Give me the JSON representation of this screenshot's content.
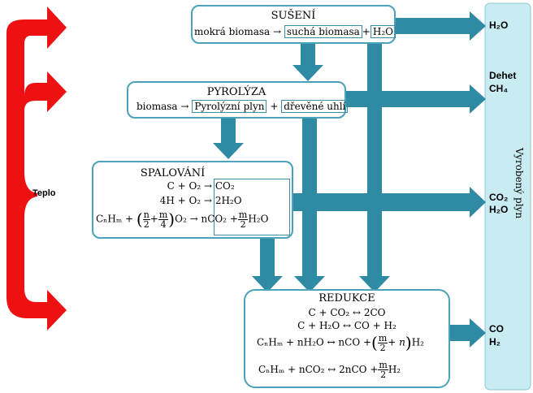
{
  "heat_label": "Teplo",
  "produced_gas_label": "Vyrobený plyn",
  "drying": {
    "title": "SUŠENÍ",
    "input": "mokrá biomasa",
    "arrow": "→",
    "product1": "suchá biomasa",
    "plus": "+",
    "product2": "H₂O"
  },
  "pyrolysis": {
    "title": "PYROLÝZA",
    "input": "biomasa",
    "arrow": "→",
    "product1": "Pyrolýzní plyn",
    "plus": "+",
    "product2": "dřevěné uhlí"
  },
  "combustion": {
    "title": "SPALOVÁNÍ",
    "eq1_left": "C + O₂ →",
    "eq1_right": "CO₂",
    "eq2_left": "4H + O₂ →",
    "eq2_right": "2H₂O",
    "eq3_left_a": "CₙHₘ + ",
    "eq3_n": "n",
    "eq3_two": "2",
    "eq3_plus": "+",
    "eq3_m": "m",
    "eq3_four": "4",
    "eq3_left_b": "O₂ →",
    "eq3_right_a": "nCO₂ +",
    "eq3_right_m": "m",
    "eq3_right_two": "2",
    "eq3_right_b": "H₂O"
  },
  "reduction": {
    "title": "REDUKCE",
    "eq1": "C + CO₂ ↔ 2CO",
    "eq2": "C + H₂O ↔ CO + H₂",
    "eq3_a": "CₙHₘ + nH₂O ↔ nCO +",
    "eq3_m": "m",
    "eq3_two": "2",
    "eq3_plus_n": "+ n",
    "eq3_b": "H₂",
    "eq4_a": "CₙHₘ + nCO₂ ↔ 2nCO +",
    "eq4_m": "m",
    "eq4_two": "2",
    "eq4_b": "H₂"
  },
  "outputs": {
    "o1": "H₂O",
    "o2a": "Dehet",
    "o2b": "CH₄",
    "o3a": "CO₂",
    "o3b": "H₂O",
    "o4a": "CO",
    "o4b": "H₂"
  },
  "colors": {
    "heat": "#ee1111",
    "arrow": "#2f8ba3",
    "box_border": "#4aa3b8",
    "sidebar": "#c9ecf3"
  }
}
